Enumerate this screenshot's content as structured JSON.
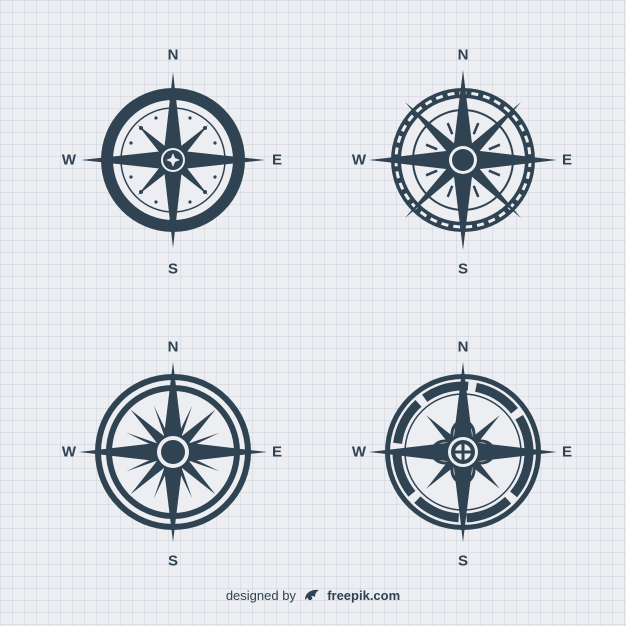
{
  "compasses": [
    {
      "n": "N",
      "s": "S",
      "w": "W",
      "e": "E"
    },
    {
      "n": "N",
      "s": "S",
      "w": "W",
      "e": "E"
    },
    {
      "n": "N",
      "s": "S",
      "w": "W",
      "e": "E"
    },
    {
      "n": "N",
      "s": "S",
      "w": "W",
      "e": "E"
    }
  ],
  "footer": {
    "prefix": "designed by",
    "brand": "freepik.com",
    "logo_icon": "freepik-logo-icon"
  },
  "colors": {
    "ink": "#2f4352",
    "background": "#eceef1"
  }
}
